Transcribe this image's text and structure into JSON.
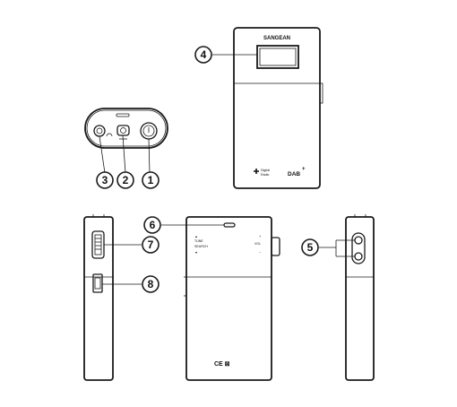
{
  "device": {
    "brand": "SANGEAN",
    "logo_text": "DAB",
    "logo_plus": "+",
    "digital_radio_line1": "Digital",
    "digital_radio_line2": "Radio",
    "tune_label_1": "TUNE",
    "tune_label_2": "SEARCH",
    "vol_label": "VOL",
    "marks": "CE ⊠"
  },
  "callouts": [
    {
      "id": "1",
      "label": "1"
    },
    {
      "id": "2",
      "label": "2"
    },
    {
      "id": "3",
      "label": "3"
    },
    {
      "id": "4",
      "label": "4"
    },
    {
      "id": "5",
      "label": "5"
    },
    {
      "id": "6",
      "label": "6"
    },
    {
      "id": "7",
      "label": "7"
    },
    {
      "id": "8",
      "label": "8"
    }
  ],
  "colors": {
    "ink": "#1a1a1a",
    "background": "#ffffff"
  }
}
